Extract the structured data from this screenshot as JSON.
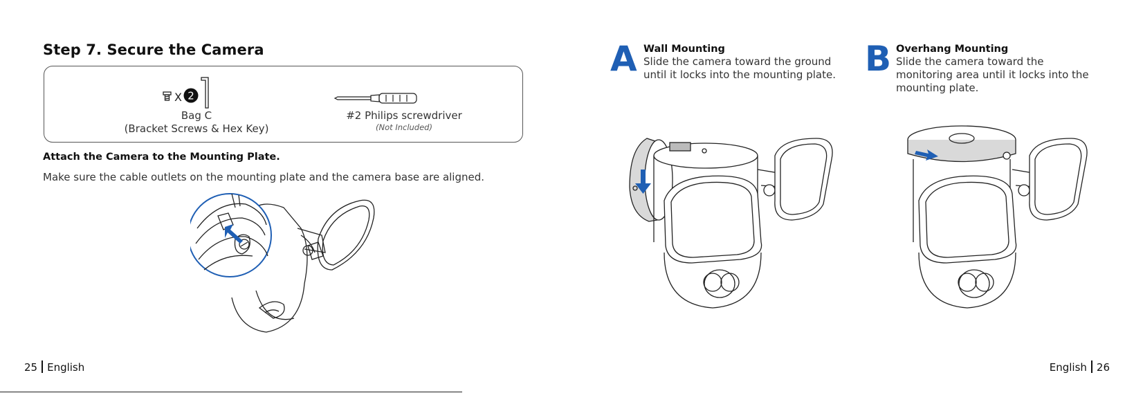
{
  "left_page": {
    "step_title": "Step 7. Secure the Camera",
    "parts": [
      {
        "title": "Bag C",
        "subtitle": "(Bracket Screws & Hex Key)",
        "quantity_prefix": "X",
        "quantity": "2"
      },
      {
        "title": "#2 Philips screwdriver",
        "note": "(Not Included)"
      }
    ],
    "attach_title": "Attach the Camera to the Mounting Plate.",
    "attach_body": "Make sure the cable outlets on the mounting plate and the camera base are aligned.",
    "footer_number": "25",
    "footer_language": "English"
  },
  "right_page": {
    "options": [
      {
        "letter": "A",
        "title": "Wall Mounting",
        "description": "Slide the camera toward the ground until it locks into the mounting plate."
      },
      {
        "letter": "B",
        "title": "Overhang Mounting",
        "description": "Slide the camera toward the monitoring area until it locks into the mounting plate."
      }
    ],
    "footer_language": "English",
    "footer_number": "26"
  },
  "colors": {
    "accent_blue": "#1f5fb4",
    "line": "#222222",
    "text": "#333333"
  }
}
